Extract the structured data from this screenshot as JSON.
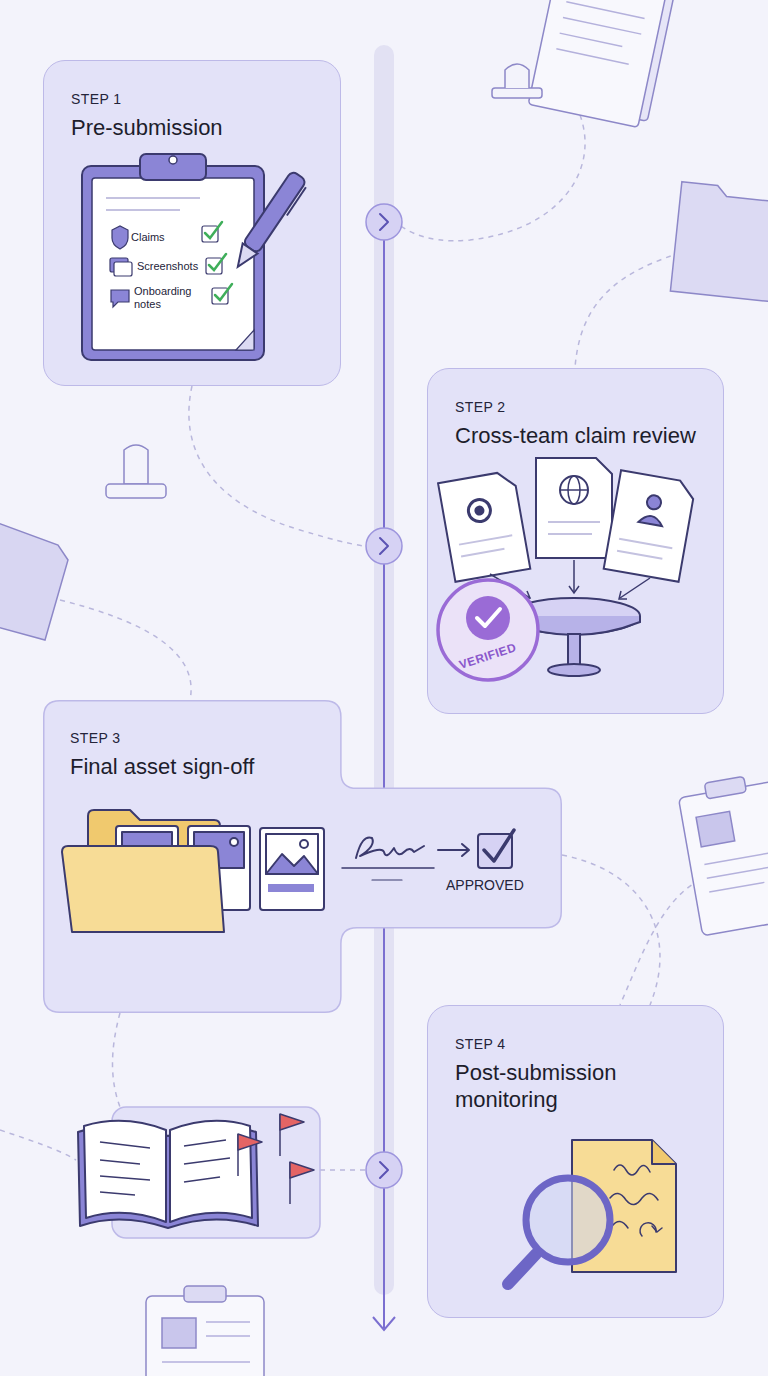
{
  "diagram": {
    "nodes": [
      {
        "text": [
          "STEP 1",
          "Pre-submission"
        ]
      },
      {
        "text": [
          "STEP 2",
          "Cross-team claim review"
        ]
      },
      {
        "text": [
          "STEP 3",
          "Final asset sign-off"
        ]
      },
      {
        "text": [
          "STEP 4",
          "Post-submission monitoring"
        ]
      }
    ],
    "labels": [
      "Claims",
      "Screenshots",
      "Onboarding notes",
      "VERIFIED",
      "APPROVED"
    ]
  }
}
